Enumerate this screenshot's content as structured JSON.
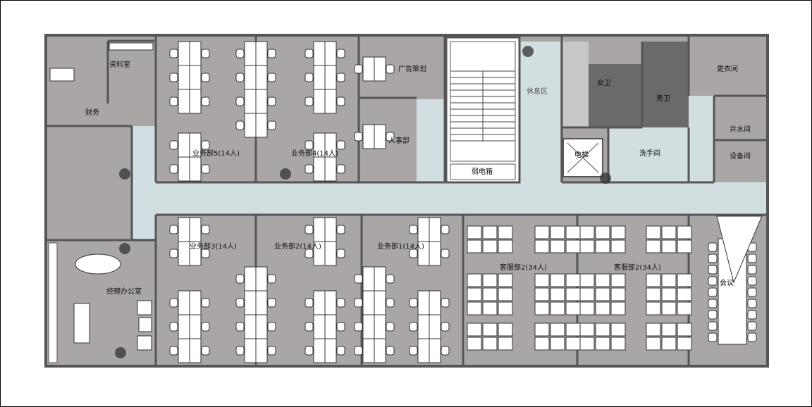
{
  "labels": {
    "ziliao": "资料室",
    "caiwu": "财务",
    "yw5": "业务部5(14人)",
    "yw4": "业务部4(14人)",
    "guanggao": "广告策划",
    "renshi": "人事部",
    "ruodian": "弱电箱",
    "xiuxi": "休息区",
    "nvwei": "女卫",
    "nanwei": "男卫",
    "gengyi": "更衣间",
    "jingshui": "井水间",
    "shebei": "设备间",
    "dianti": "电梯",
    "xishou": "洗手间",
    "yw3": "业务部3(14人)",
    "yw2": "业务部2(14人)",
    "yw1": "业务部1(14人)",
    "kf2a": "客服部2(34人)",
    "kf2b": "客服部2(34人)",
    "huiyi": "会议",
    "jingli": "经理办公室"
  },
  "colors": {
    "room": "#aba6a6",
    "corridor": "#d2dfe1",
    "wall": "#555555",
    "desk": "#ffffff",
    "toilet": "#6a6a6a"
  }
}
